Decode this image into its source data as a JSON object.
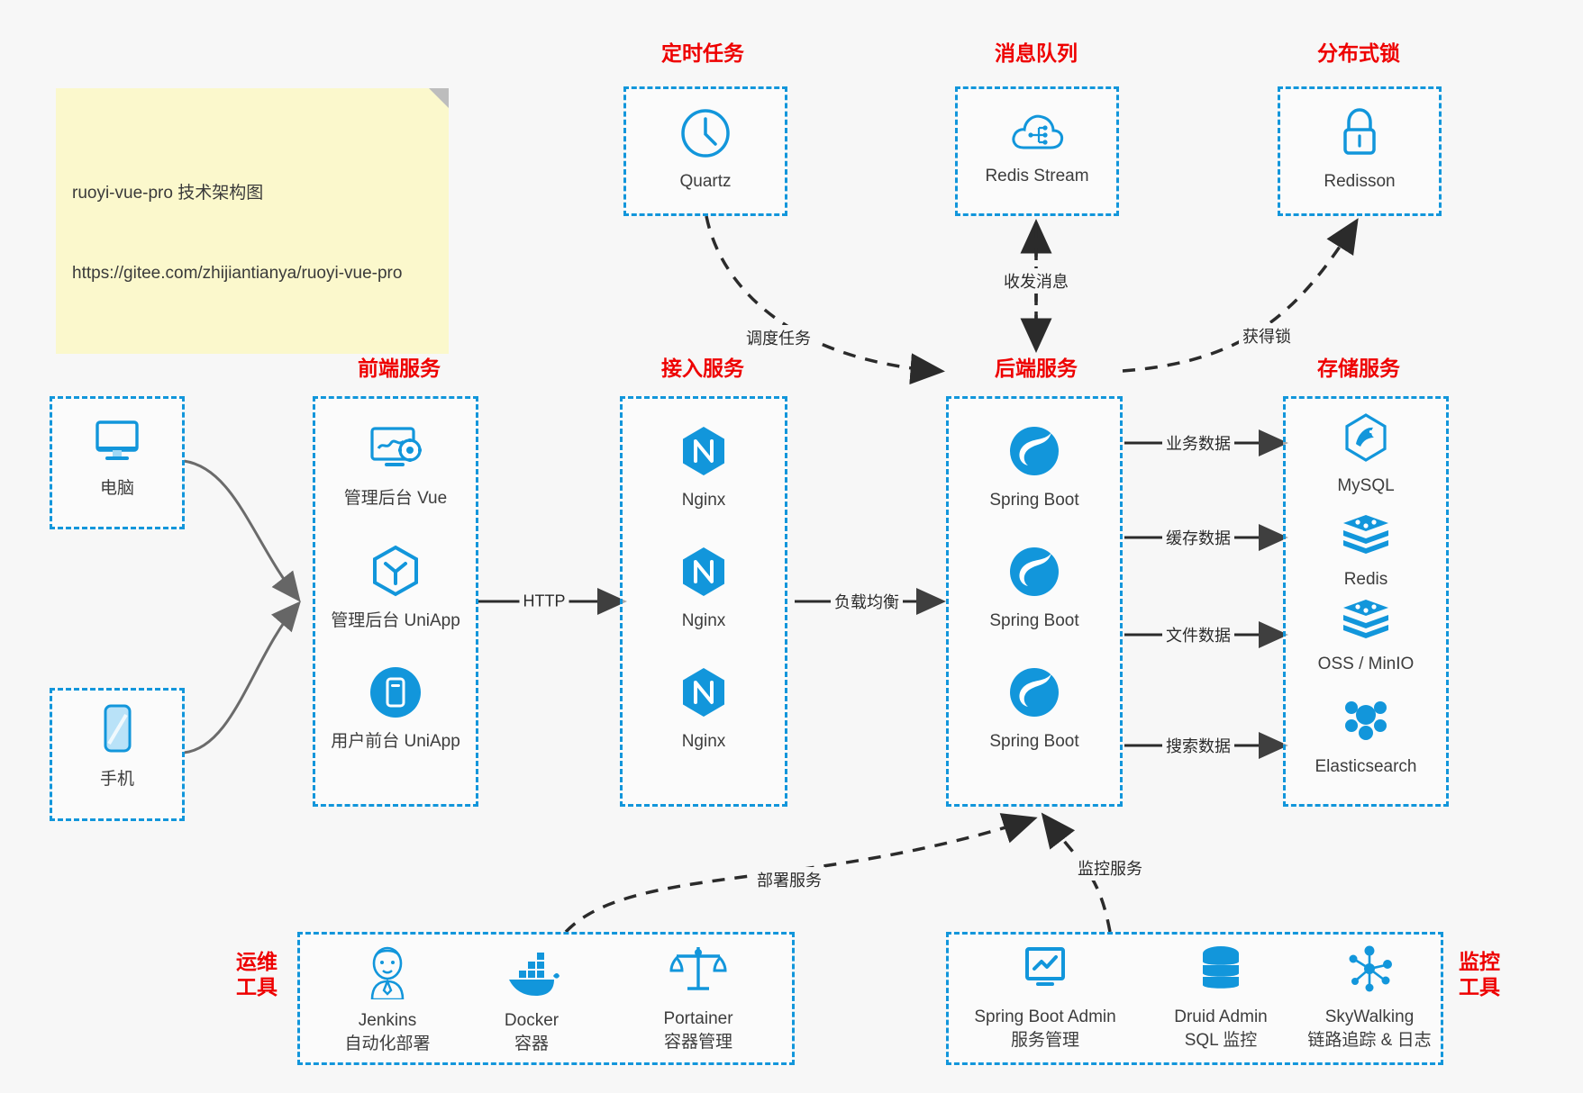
{
  "note": {
    "name": "sticky-note",
    "line1": "ruoyi-vue-pro 技术架构图",
    "line2": "https://gitee.com/zhijiantianya/ruoyi-vue-pro"
  },
  "colors": {
    "accent": "#1296db",
    "group_border": "#1296db",
    "group_title": "#ee0000",
    "background": "#f7f7f7",
    "edge": "#3f3f3f",
    "note_bg": "#fbf8cc"
  },
  "groups": {
    "scheduled_task": {
      "title": "定时任务"
    },
    "message_queue": {
      "title": "消息队列"
    },
    "distributed_lock": {
      "title": "分布式锁"
    },
    "frontend": {
      "title": "前端服务"
    },
    "gateway": {
      "title": "接入服务"
    },
    "backend": {
      "title": "后端服务"
    },
    "storage": {
      "title": "存储服务"
    },
    "devops": {
      "title": "运维\n工具"
    },
    "monitor": {
      "title": "监控\n工具"
    }
  },
  "nodes": {
    "quartz": {
      "label": "Quartz",
      "icon": "clock-icon"
    },
    "redis_stream": {
      "label": "Redis Stream",
      "icon": "cloud-stream-icon"
    },
    "redisson": {
      "label": "Redisson",
      "icon": "lock-icon"
    },
    "pc": {
      "label": "电脑",
      "icon": "monitor-icon"
    },
    "mobile": {
      "label": "手机",
      "icon": "smartphone-icon"
    },
    "admin_vue": {
      "label": "管理后台 Vue",
      "icon": "dashboard-settings-icon"
    },
    "admin_uniapp": {
      "label": "管理后台 UniApp",
      "icon": "uniapp-hexagon-icon"
    },
    "user_uniapp": {
      "label": "用户前台 UniApp",
      "icon": "mobile-app-icon"
    },
    "nginx1": {
      "label": "Nginx",
      "icon": "nginx-icon"
    },
    "nginx2": {
      "label": "Nginx",
      "icon": "nginx-icon"
    },
    "nginx3": {
      "label": "Nginx",
      "icon": "nginx-icon"
    },
    "springboot1": {
      "label": "Spring Boot",
      "icon": "spring-leaf-icon"
    },
    "springboot2": {
      "label": "Spring Boot",
      "icon": "spring-leaf-icon"
    },
    "springboot3": {
      "label": "Spring Boot",
      "icon": "spring-leaf-icon"
    },
    "mysql": {
      "label": "MySQL",
      "icon": "mysql-dolphin-icon"
    },
    "redis": {
      "label": "Redis",
      "icon": "redis-stack-icon"
    },
    "oss": {
      "label": "OSS / MinIO",
      "icon": "object-storage-icon"
    },
    "elasticsearch": {
      "label": "Elasticsearch",
      "icon": "elasticsearch-icon"
    },
    "jenkins": {
      "label": "Jenkins",
      "sublabel": "自动化部署",
      "icon": "jenkins-butler-icon"
    },
    "docker": {
      "label": "Docker",
      "sublabel": "容器",
      "icon": "docker-whale-icon"
    },
    "portainer": {
      "label": "Portainer",
      "sublabel": "容器管理",
      "icon": "portainer-scales-icon"
    },
    "sba": {
      "label": "Spring Boot Admin",
      "sublabel": "服务管理",
      "icon": "monitor-chart-icon"
    },
    "druid": {
      "label": "Druid Admin",
      "sublabel": "SQL 监控",
      "icon": "database-icon"
    },
    "skywalking": {
      "label": "SkyWalking",
      "sublabel": "链路追踪 & 日志",
      "icon": "skywalking-node-icon"
    }
  },
  "edges": [
    {
      "name": "edge-frontend-to-gateway",
      "label": "HTTP"
    },
    {
      "name": "edge-gateway-to-backend",
      "label": "负载均衡"
    },
    {
      "name": "edge-quartz-to-backend",
      "label": "调度任务"
    },
    {
      "name": "edge-backend-to-mq",
      "label": "收发消息"
    },
    {
      "name": "edge-backend-to-lock",
      "label": "获得锁"
    },
    {
      "name": "edge-backend-to-mysql",
      "label": "业务数据"
    },
    {
      "name": "edge-backend-to-redis",
      "label": "缓存数据"
    },
    {
      "name": "edge-backend-to-oss",
      "label": "文件数据"
    },
    {
      "name": "edge-backend-to-es",
      "label": "搜索数据"
    },
    {
      "name": "edge-devops-to-backend",
      "label": "部署服务"
    },
    {
      "name": "edge-monitor-to-backend",
      "label": "监控服务"
    }
  ]
}
